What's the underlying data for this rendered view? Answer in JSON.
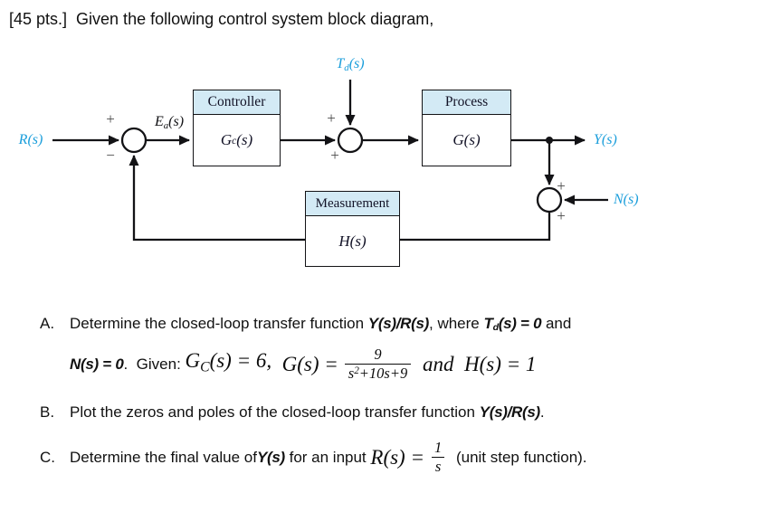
{
  "title": "[45 pts.]  Given the following control system block diagram,",
  "colors": {
    "signal": "#1b9edb",
    "header_fill": "#d3eaf5",
    "ink": "#131316"
  },
  "diagram": {
    "labels": {
      "r": "R(s)",
      "y": "Y(s)",
      "n": "N(s)",
      "ea": {
        "base": "E",
        "sub": "a",
        "rest": "(s)"
      },
      "td": {
        "base": "T",
        "sub": "d",
        "rest": "(s)"
      }
    },
    "blocks": {
      "controller": {
        "title": "Controller",
        "body": {
          "base": "G",
          "sub": "c",
          "rest": "(s)"
        }
      },
      "process": {
        "title": "Process",
        "body": "G(s)"
      },
      "measurement": {
        "title": "Measurement",
        "body": "H(s)"
      }
    },
    "signs": {
      "plus": "+",
      "minus": "−"
    }
  },
  "questions": {
    "a": {
      "label": "A.",
      "intro": "Determine the closed-loop transfer function ",
      "tf": "Y(s)/R(s)",
      "where": ", where ",
      "td_base": "T",
      "td_sub": "d",
      "td_eq": "(s) = 0",
      "and_word": " and",
      "n_eq": "N(s) = 0",
      "given": ".  Given: ",
      "gc_base": "G",
      "gc_sub": "C",
      "gc_eq": "(s) = 6,  ",
      "g_eq": "G(s) =",
      "frac_num": "9",
      "den_base": "s",
      "den_sup": "2",
      "den_rest": "+10s+9",
      "and_math": " and  ",
      "h_eq": "H(s) = 1"
    },
    "b": {
      "label": "B.",
      "text": "Plot the zeros and poles of the closed-loop transfer function ",
      "tf": "Y(s)/R(s)",
      "period": "."
    },
    "c": {
      "label": "C.",
      "intro": "Determine the final value of ",
      "y": "Y(s)",
      "mid": " for an input ",
      "r_eq": "R(s) =",
      "frac_num": "1",
      "frac_den": "s",
      "outro": " (unit step function)."
    }
  }
}
